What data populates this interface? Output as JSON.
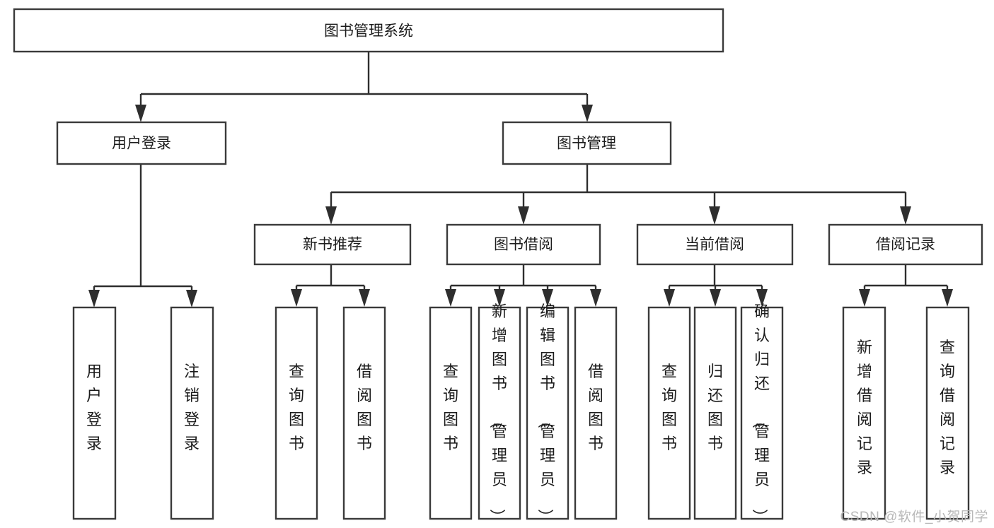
{
  "diagram": {
    "title": "图书管理系统",
    "watermark": "CSDN @软件_小贺同学",
    "stroke_color": "#2e2e2e",
    "box_fill": "#ffffff",
    "text_color": "#1c1c1c",
    "watermark_color": "#b8b8b8",
    "root": {
      "id": "root",
      "label": "图书管理系统"
    },
    "level2": [
      {
        "id": "user-login",
        "label": "用户登录"
      },
      {
        "id": "book-manage",
        "label": "图书管理"
      }
    ],
    "level3": [
      {
        "id": "new-book-recommend",
        "label": "新书推荐",
        "parent": "book-manage"
      },
      {
        "id": "book-borrow",
        "label": "图书借阅",
        "parent": "book-manage"
      },
      {
        "id": "current-borrow",
        "label": "当前借阅",
        "parent": "book-manage"
      },
      {
        "id": "borrow-record",
        "label": "借阅记录",
        "parent": "book-manage"
      }
    ],
    "leaves": [
      {
        "id": "leaf-user-login",
        "label": "用户登录",
        "parent": "user-login"
      },
      {
        "id": "leaf-user-logout",
        "label": "注销登录",
        "parent": "user-login"
      },
      {
        "id": "leaf-query-book-1",
        "label": "查询图书",
        "parent": "new-book-recommend"
      },
      {
        "id": "leaf-borrow-book-1",
        "label": "借阅图书",
        "parent": "new-book-recommend"
      },
      {
        "id": "leaf-query-book-2",
        "label": "查询图书",
        "parent": "book-borrow"
      },
      {
        "id": "leaf-add-book",
        "label": "新增图书（管理员）",
        "parent": "book-borrow"
      },
      {
        "id": "leaf-edit-book",
        "label": "编辑图书（管理员）",
        "parent": "book-borrow"
      },
      {
        "id": "leaf-borrow-book-2",
        "label": "借阅图书",
        "parent": "book-borrow"
      },
      {
        "id": "leaf-query-book-3",
        "label": "查询图书",
        "parent": "current-borrow"
      },
      {
        "id": "leaf-return-book",
        "label": "归还图书",
        "parent": "current-borrow"
      },
      {
        "id": "leaf-confirm-return",
        "label": "确认归还（管理员）",
        "parent": "current-borrow"
      },
      {
        "id": "leaf-add-record",
        "label": "新增借阅记录",
        "parent": "borrow-record"
      },
      {
        "id": "leaf-query-record",
        "label": "查询借阅记录",
        "parent": "borrow-record"
      }
    ]
  }
}
